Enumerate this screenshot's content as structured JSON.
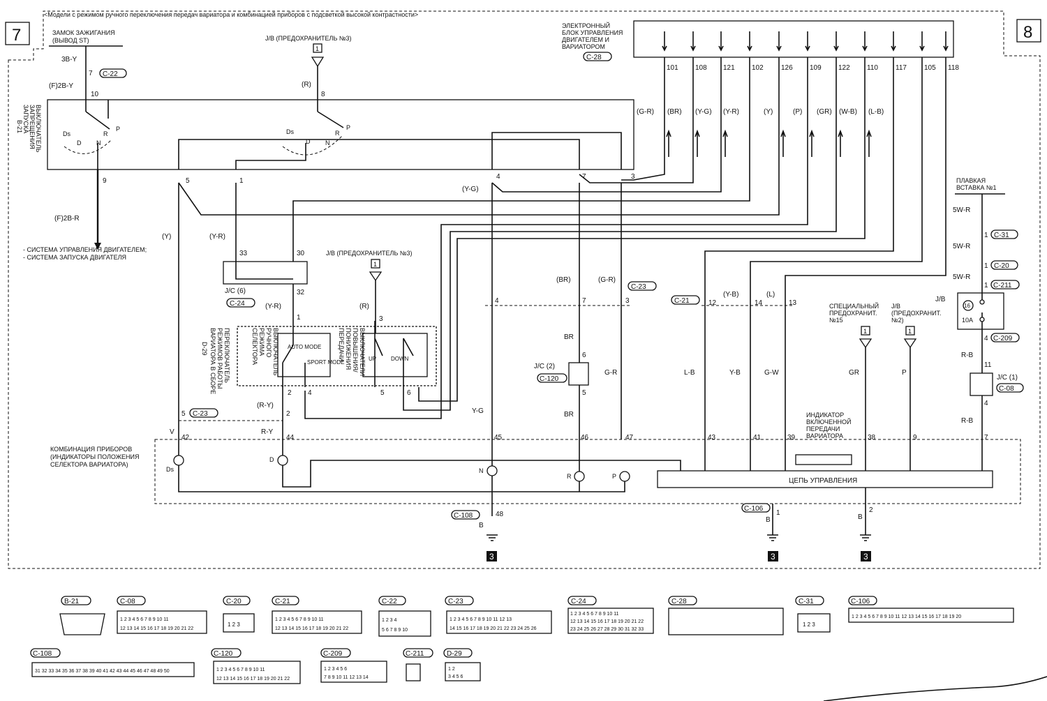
{
  "header": {
    "note": "<Модели с режимом ручного переключения передач вариатора и комбинацией приборов с подсветкой высокой контрастности>"
  },
  "pages": {
    "left": "7",
    "right": "8"
  },
  "components": {
    "ignition": "ЗАМОК ЗАЖИГАНИЯ",
    "ignition_sub": "(ВЫВОД ST)",
    "jb_fuse": "J/B (ПРЕДОХРАНИТЕЛЬ №3)",
    "ecu": [
      "ЭЛЕКТРОННЫЙ",
      "БЛОК УПРАВЛЕНИЯ",
      "ДВИГАТЕЛЕМ И",
      "ВАРИАТОРОМ"
    ],
    "inhibitor": [
      "ВЫКЛЮЧАТЕЛЬ",
      "ЗАПРЕЩЕНИЯ",
      "ЗАПУСКА"
    ],
    "fusible": [
      "ПЛАВКАЯ",
      "ВСТАВКА №1"
    ],
    "systems": [
      "- СИСТЕМА УПРАВЛЕНИЯ ДВИГАТЕЛЕМ;",
      "- СИСТЕМА ЗАПУСКА ДВИГАТЕЛЯ"
    ],
    "selector": [
      "ПЕРЕКЛЮЧАТЕЛЬ",
      "РЕЖИМОВ РАБОТЫ",
      "ВАРИАТОРА В СБОРЕ"
    ],
    "manual_mode": [
      "ВЫКЛЮЧАТЕЛЬ",
      "РУЧНОГО",
      "РЕЖИМА",
      "СЕЛЕКТОРА"
    ],
    "updown": [
      "ВЫКЛЮЧАТЕЛИ",
      "ПОВЫШЕНИЯ/",
      "ПОНИЖЕНИЯ",
      "ПЕРЕДАЧИ"
    ],
    "auto_mode": "AUTO MODE",
    "sport_mode": "SPORT MODE",
    "up": "UP",
    "down": "DOWN",
    "jc6": "J/C (6)",
    "jc2": "J/C (2)",
    "jc1": "J/C (1)",
    "jb": "J/B",
    "special_fuse": [
      "СПЕЦИАЛЬНЫЙ",
      "ПРЕДОХРАНИТ.",
      "№15"
    ],
    "jb_fuse2": [
      "J/B",
      "(ПРЕДОХРАНИТ.",
      "№2)"
    ],
    "fuse_rating": "10A",
    "fuse_no": "16",
    "cluster": [
      "КОМБИНАЦИЯ ПРИБОРОВ",
      "(ИНДИКАТОРЫ ПОЛОЖЕНИЯ",
      "СЕЛЕКТОРА ВАРИАТОРА)"
    ],
    "cvt_indicator": [
      "ИНДИКАТОР",
      "ВКЛЮЧЕННОЙ",
      "ПЕРЕДАЧИ",
      "ВАРИАТОРА"
    ],
    "control_circuit": "ЦЕПЬ УПРАВЛЕНИЯ",
    "ground_ref": "3"
  },
  "connectors": {
    "C22": "C-22",
    "C23": "C-23",
    "C24": "C-24",
    "C28": "C-28",
    "B21": "B-21",
    "D29": "D-29",
    "C120": "C-120",
    "C21": "C-21",
    "C31": "C-31",
    "C20": "C-20",
    "C211": "C-211",
    "C209": "C-209",
    "C08": "C-08",
    "C106": "C-106",
    "C108": "C-108"
  },
  "ecu_pins": [
    "101",
    "108",
    "121",
    "102",
    "126",
    "109",
    "122",
    "110",
    "117",
    "105",
    "118"
  ],
  "ecu_wires": [
    "(G-R)",
    "(BR)",
    "(Y-G)",
    "(Y-R)",
    "(Y)",
    "(P)",
    "(GR)",
    "(W-B)",
    "(L-B)"
  ],
  "wires": {
    "w3BY": "3B-Y",
    "wF2BY": "(F)2B-Y",
    "wF2BR": "(F)2B-R",
    "wR": "(R)",
    "wY": "(Y)",
    "wYR": "(Y-R)",
    "wYG": "(Y-G)",
    "wRY": "(R-Y)",
    "RY": "R-Y",
    "V": "V",
    "YG": "Y-G",
    "BR": "BR",
    "pBR": "(BR)",
    "pGR": "(G-R)",
    "GR": "G-R",
    "LB": "L-B",
    "YB": "Y-B",
    "GW": "G-W",
    "pYB": "(Y-B)",
    "pL": "(L)",
    "GRy": "GR",
    "P": "P",
    "w5WR": "5W-R",
    "RB": "R-B",
    "B": "B"
  },
  "pins": {
    "p7": "7",
    "p10": "10",
    "p8": "8",
    "p9": "9",
    "p5": "5",
    "p1": "1",
    "p4": "4",
    "p3": "3",
    "p33": "33",
    "p30": "30",
    "p32": "32",
    "p2": "2",
    "p6": "6",
    "p42": "42",
    "p44": "44",
    "p45": "45",
    "p46": "46",
    "p47": "47",
    "p43": "43",
    "p41": "41",
    "p39": "39",
    "p38": "38",
    "p12": "12",
    "p14": "14",
    "p13": "13",
    "p11": "11",
    "p48": "48",
    "fuse1": "1"
  },
  "lamp_labels": {
    "Ds": "Ds",
    "D": "D",
    "N": "N",
    "R": "R",
    "P": "P"
  },
  "sw_labels": {
    "Ds": "Ds",
    "D": "D",
    "N": "N",
    "R": "R",
    "P": "P"
  },
  "connector_faces": {
    "C08": [
      "1 2 3 4 5 6 7 8 9 10 11",
      "12 13 14 15 16 17 18 19 20 21 22"
    ],
    "C21": [
      "1 2 3 4 5 6 7 8 9 10 11",
      "12 13 14 15 16 17 18 19 20 21 22"
    ],
    "C23": [
      "1 2 3 4 5 6 7 8 9 10 11 12 13",
      "14 15 16 17 18 19 20 21 22 23 24 25 26"
    ],
    "C24": [
      "1 2 3 4 5 6 7 8 9 10 11",
      "12 13 14 15 16 17 18 19 20 21 22",
      "23 24 25 26 27 28 29 30 31 32 33"
    ],
    "C106": [
      "1 2 3 4 5 6 7 8 9 10 11 12 13 14 15 16 17 18 19 20"
    ],
    "C108": [
      "31 32 33 34 35 36 37 38 39 40 41 42 43 44 45 46 47 48 49 50"
    ],
    "C120": [
      "1 2 3 4 5 6 7 8 9 10 11",
      "12 13 14 15 16 17 18 19 20 21 22"
    ],
    "C209": [
      "1 2 3   4 5 6",
      "7 8 9 10 11 12 13 14"
    ],
    "C22": [
      "1 2   3 4",
      "5 6 7 8 9 10"
    ],
    "C20": [
      "1 2 3"
    ],
    "C31": [
      "1 2 3"
    ],
    "D29": [
      "1 2",
      "3 4 5 6"
    ]
  }
}
